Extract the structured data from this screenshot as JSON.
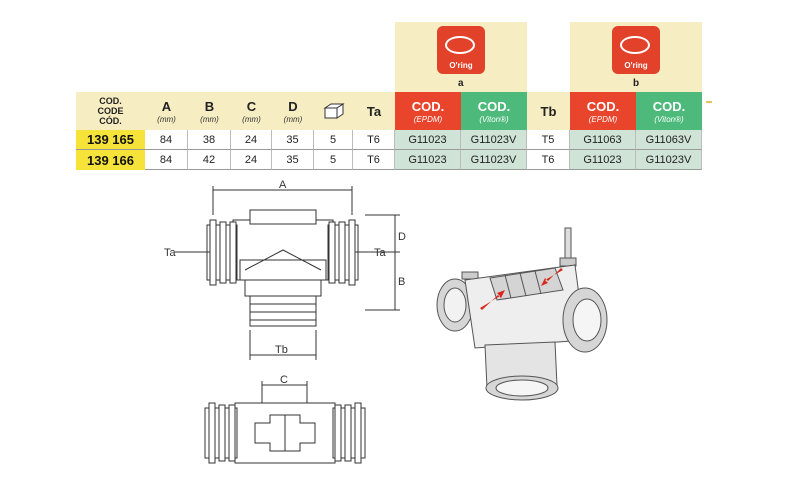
{
  "groups": {
    "a": {
      "icon": "oring-icon",
      "icon_label": "O'ring",
      "label": "a"
    },
    "b": {
      "icon": "oring-icon",
      "icon_label": "O'ring",
      "label": "b"
    }
  },
  "headers": {
    "cod": "COD.\nCODE\nCÓD.",
    "A": "A",
    "B": "B",
    "C": "C",
    "D": "D",
    "unit": "(mm)",
    "box_icon": "box-icon",
    "Ta": "Ta",
    "Tb": "Tb",
    "cod_a_epdm": "COD.",
    "epdm": "(EPDM)",
    "cod_a_viton": "COD.",
    "viton": "(Viton®)",
    "cod_b_epdm": "COD.",
    "cod_b_viton": "COD."
  },
  "rows": [
    {
      "code": "139 165",
      "A": "84",
      "B": "38",
      "C": "24",
      "D": "35",
      "box": "5",
      "Ta": "T6",
      "a_epdm": "G11023",
      "a_viton": "G11023V",
      "Tb": "T5",
      "b_epdm": "G11063",
      "b_viton": "G11063V"
    },
    {
      "code": "139 166",
      "A": "84",
      "B": "42",
      "C": "24",
      "D": "35",
      "box": "5",
      "Ta": "T6",
      "a_epdm": "G11023",
      "a_viton": "G11023V",
      "Tb": "T6",
      "b_epdm": "G11023",
      "b_viton": "G11023V"
    }
  ],
  "drawing": {
    "dim_A": "A",
    "dim_B": "B",
    "dim_C": "C",
    "dim_D": "D",
    "dim_Ta_left": "Ta",
    "dim_Ta_right": "Ta",
    "dim_Tb": "Tb"
  },
  "colors": {
    "red": "#e8452c",
    "green": "#4dba7c",
    "yellow": "#f5e33a",
    "cream": "#f6edc2"
  }
}
